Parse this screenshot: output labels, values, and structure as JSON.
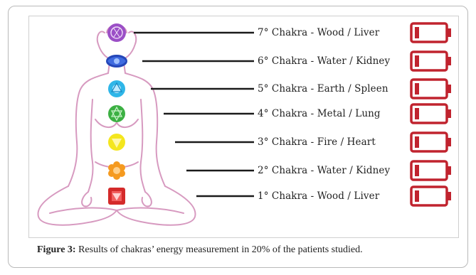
{
  "figure": {
    "chakras": [
      {
        "label": "7° Chakra - Wood / Liver",
        "color": "#9b4fc6"
      },
      {
        "label": "6° Chakra - Water / Kidney",
        "color": "#2446b8"
      },
      {
        "label": "5° Chakra - Earth / Spleen",
        "color": "#2fb6e8"
      },
      {
        "label": "4° Chakra - Metal / Lung",
        "color": "#3cb043"
      },
      {
        "label": "3° Chakra - Fire / Heart",
        "color": "#f4e61e"
      },
      {
        "label": "2° Chakra - Water / Kidney",
        "color": "#f59a1f"
      },
      {
        "label": "1° Chakra - Wood / Liver",
        "color": "#d42a2a"
      }
    ],
    "battery_color": "#c0232e",
    "body_outline_color": "#d79ac0",
    "line_color": "#1a1a1a"
  },
  "caption": {
    "label": "Figure 3:",
    "text": " Results of chakras’ energy measurement in 20% of the patients studied."
  }
}
